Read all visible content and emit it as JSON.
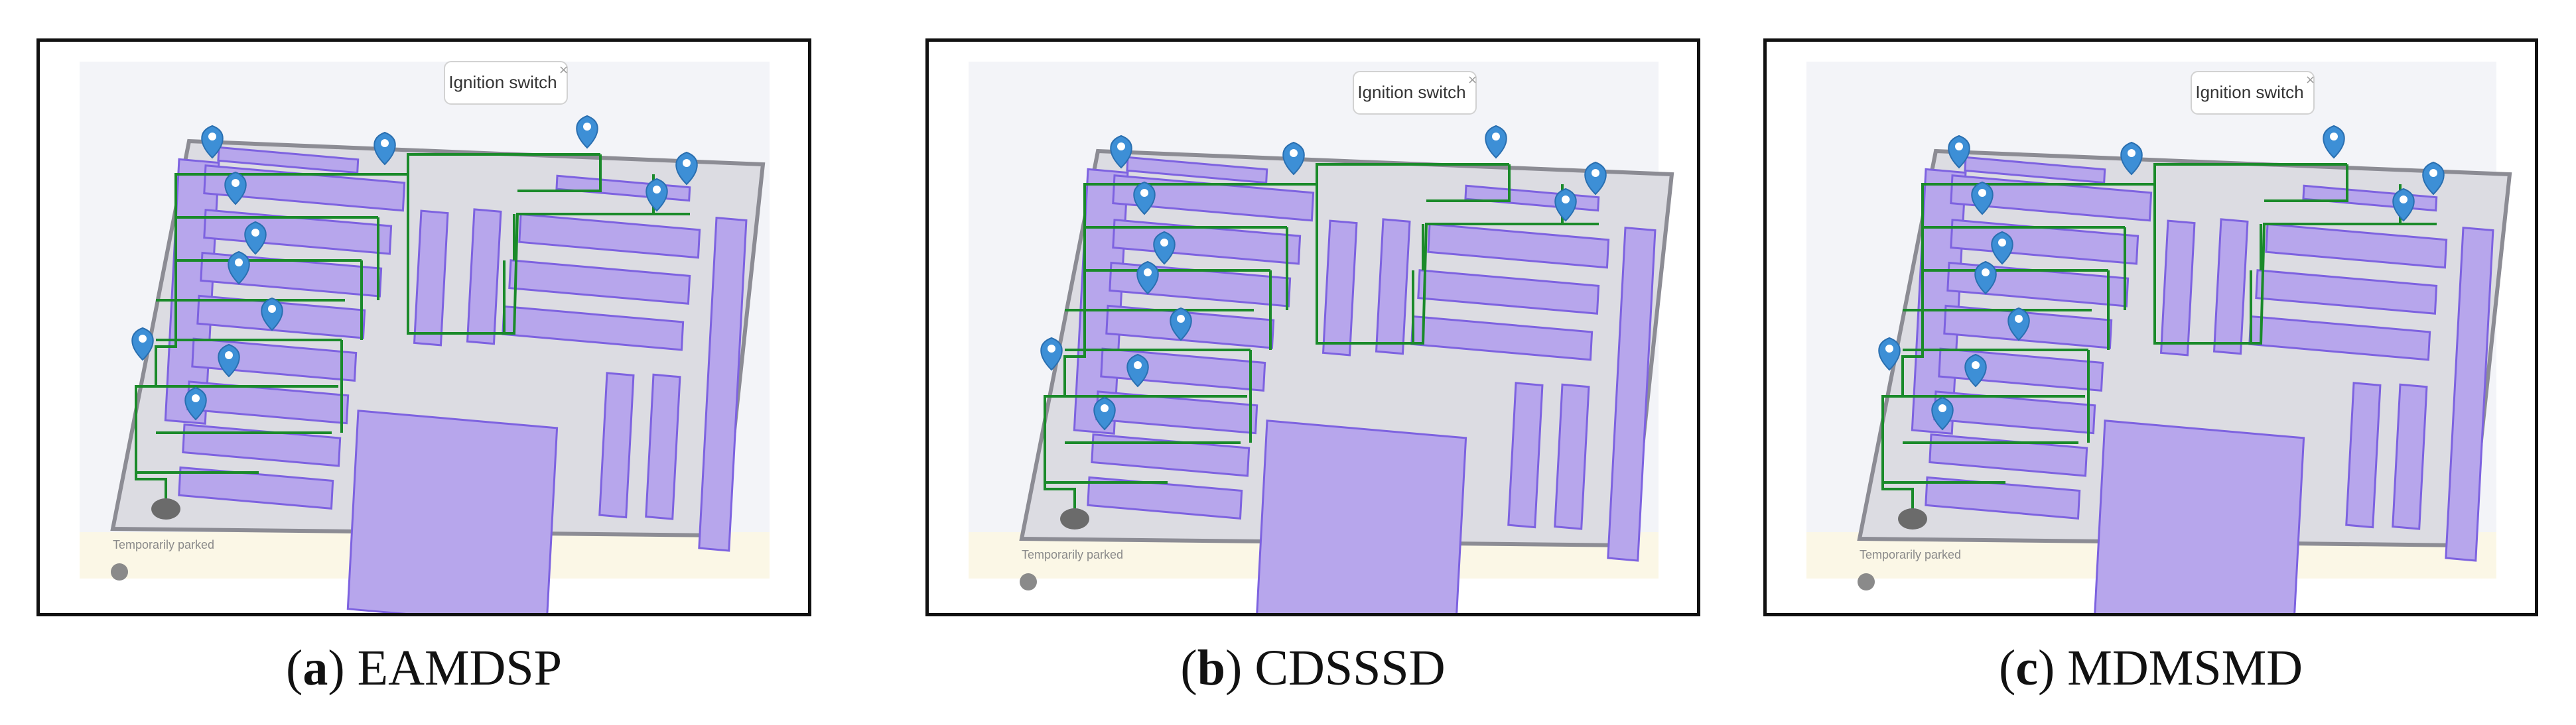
{
  "panels": [
    {
      "letter": "a",
      "name": "EAMDSP",
      "tooltip": "Ignition switch",
      "label": "Temporarily parked"
    },
    {
      "letter": "b",
      "name": "CDSSSD",
      "tooltip": "Ignition switch",
      "label": "Temporarily parked"
    },
    {
      "letter": "c",
      "name": "MDMSMD",
      "tooltip": "Ignition switch",
      "label": "Temporarily parked"
    }
  ],
  "colors": {
    "lot_fill": "#dcdce2",
    "lot_border": "#8c8c94",
    "space_fill": "#b7a6ec",
    "space_border": "#7d62e0",
    "route": "#1a8a2a",
    "marker": "#3d8fd6",
    "start_dot": "#6b6b6b"
  },
  "icons": [
    "location-pin-icon",
    "close-icon",
    "vehicle-pin-icon"
  ]
}
